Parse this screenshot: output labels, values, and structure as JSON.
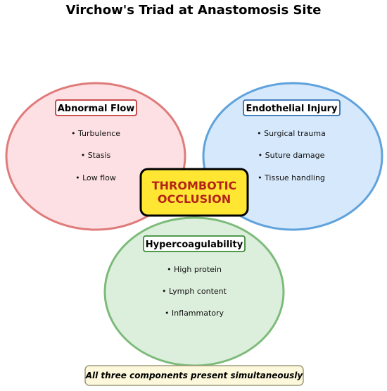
{
  "title": "Virchow's Triad at Anastomosis Site",
  "colors": {
    "flow_fill": "#fde0e3",
    "flow_stroke": "#e07b7b",
    "injury_fill": "#d6e8fb",
    "injury_stroke": "#5fa2dc",
    "hyper_fill": "#dcefdc",
    "hyper_stroke": "#7dbb7a",
    "center_fill": "#ffe633",
    "center_text": "#b42318",
    "footnote_fill": "#fdf8dc",
    "footnote_stroke": "#9a9a7a"
  },
  "components": {
    "abnormal_flow": {
      "label": "Abnormal Flow",
      "items": [
        "• Turbulence",
        "• Stasis",
        "• Low flow"
      ]
    },
    "endothelial_injury": {
      "label": "Endothelial Injury",
      "items": [
        "• Surgical trauma",
        "• Suture damage",
        "• Tissue handling"
      ]
    },
    "hypercoagulability": {
      "label": "Hypercoagulability",
      "items": [
        "• High protein",
        "• Lymph content",
        "• Inflammatory"
      ]
    }
  },
  "center": {
    "line1": "THROMBOTIC",
    "line2": "OCCLUSION"
  },
  "footnote": "All three components present simultaneously"
}
